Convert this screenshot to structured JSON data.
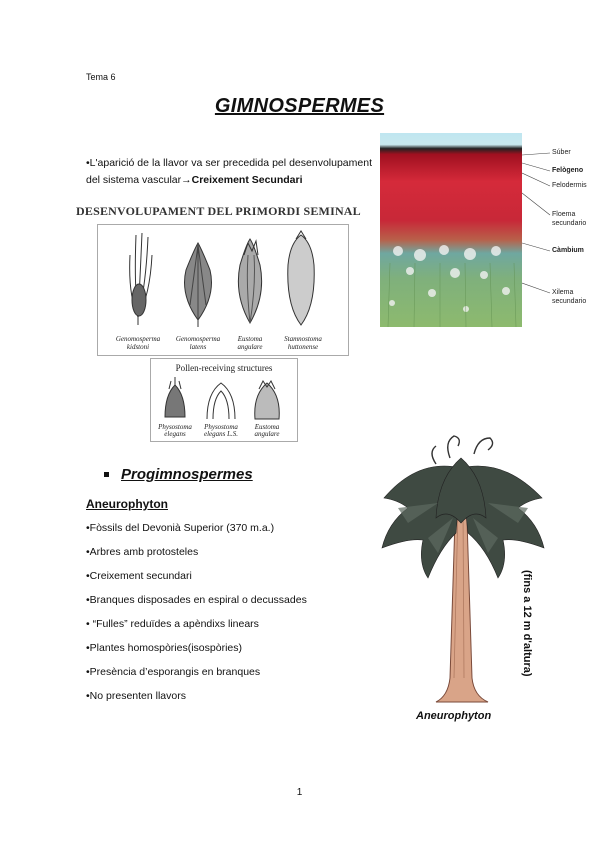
{
  "header": {
    "tema": "Tema 6"
  },
  "title": "GIMNOSPERMES",
  "intro": {
    "prefix": "•L'aparició de la llavor va ser precedida pel desenvolupament del sistema vascular",
    "arrow": "→",
    "emphasis": "Creixement Secundari"
  },
  "figure_seminal": {
    "title": "DESENVOLUPAMENT DEL PRIMORDI SEMINAL",
    "captions": [
      [
        "Genomosperma",
        "kidstoni"
      ],
      [
        "Genomosperma",
        "latens"
      ],
      [
        "Eustoma",
        "angulare"
      ],
      [
        "Stamnostoma",
        "huttonense"
      ]
    ]
  },
  "figure_pollen": {
    "title": "Pollen-receiving structures",
    "captions": [
      [
        "Physostoma",
        "elegans"
      ],
      [
        "Physostoma",
        "elegans L.S."
      ],
      [
        "Eustoma",
        "angulare"
      ]
    ]
  },
  "stem_labels": [
    "Súber",
    "Felògeno",
    "Felodermis",
    "Floema",
    "secundario",
    "Càmbium",
    "Xilema",
    "secundario"
  ],
  "section": {
    "heading": "Progimnospermes",
    "subheading": "Aneurophyton",
    "items": [
      "•Fòssils del Devonià Superior (370 m.a.)",
      "•Arbres amb protosteles",
      "•Creixement secundari",
      "•Branques disposades en espiral o decussades",
      "• “Fulles” reduïdes a apèndixs linears",
      "•Plantes homospòries(isospòries)",
      "•Presència d’esporangis en branques",
      "•No presenten llavors"
    ]
  },
  "tree_figure": {
    "caption": "Aneurophyton",
    "height_note": "(fins a 12 m d'altura)"
  },
  "page_number": "1"
}
